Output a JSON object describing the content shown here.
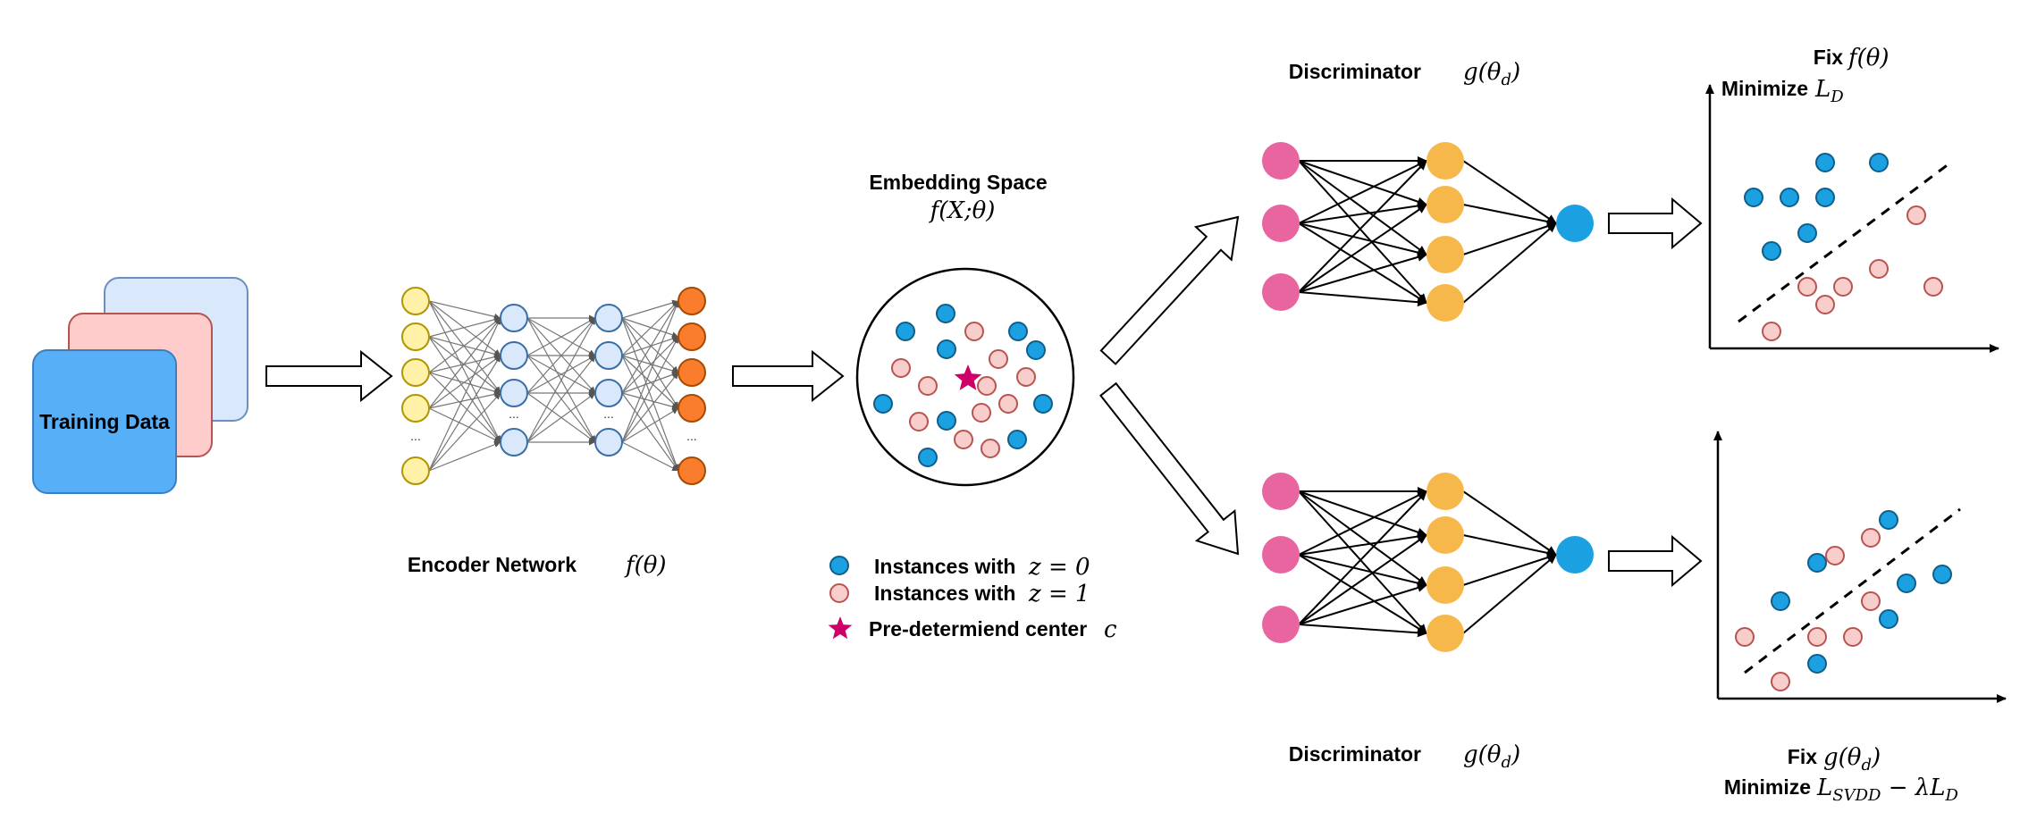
{
  "training_data": {
    "label": "Training Data"
  },
  "encoder": {
    "label": "Encoder Network",
    "formula": "f(θ)",
    "ellipsis": "..."
  },
  "embedding": {
    "title": "Embedding Space",
    "formula": "f(X;θ)"
  },
  "legend": {
    "items": [
      {
        "text": "Instances with",
        "math": "z = 0"
      },
      {
        "text": "Instances with",
        "math": "z = 1"
      },
      {
        "text": "Pre-determiend center",
        "math": "c"
      }
    ]
  },
  "discriminator_top": {
    "label": "Discriminator",
    "formula": "g(θ",
    "sub": "d",
    "close": ")"
  },
  "discriminator_bottom": {
    "label": "Discriminator",
    "formula": "g(θ",
    "sub": "d",
    "close": ")"
  },
  "plot_top": {
    "line1_label": "Fix",
    "line1_math": "f(θ)",
    "line2_label": "Minimize",
    "line2_math": "L",
    "line2_sub": "D"
  },
  "plot_bottom": {
    "line1_label": "Fix",
    "line1_math": "g(θ",
    "line1_sub": "d",
    "line1_close": ")",
    "line2_label": "Minimize",
    "line2_math": "L",
    "line2_sub": "SVDD",
    "line2_rest": " − λL",
    "line2_sub2": "D"
  },
  "colors": {
    "blue_point": "#1ba1e2",
    "pink_point": "#f8cecc",
    "star": "#cc0066",
    "input_node": "#fff2a8",
    "hidden_node": "#dae8fc",
    "output_node": "#fa7d2d",
    "disc_input": "#e8659f",
    "disc_hidden": "#f7b84b",
    "disc_output": "#1ba1e2"
  }
}
